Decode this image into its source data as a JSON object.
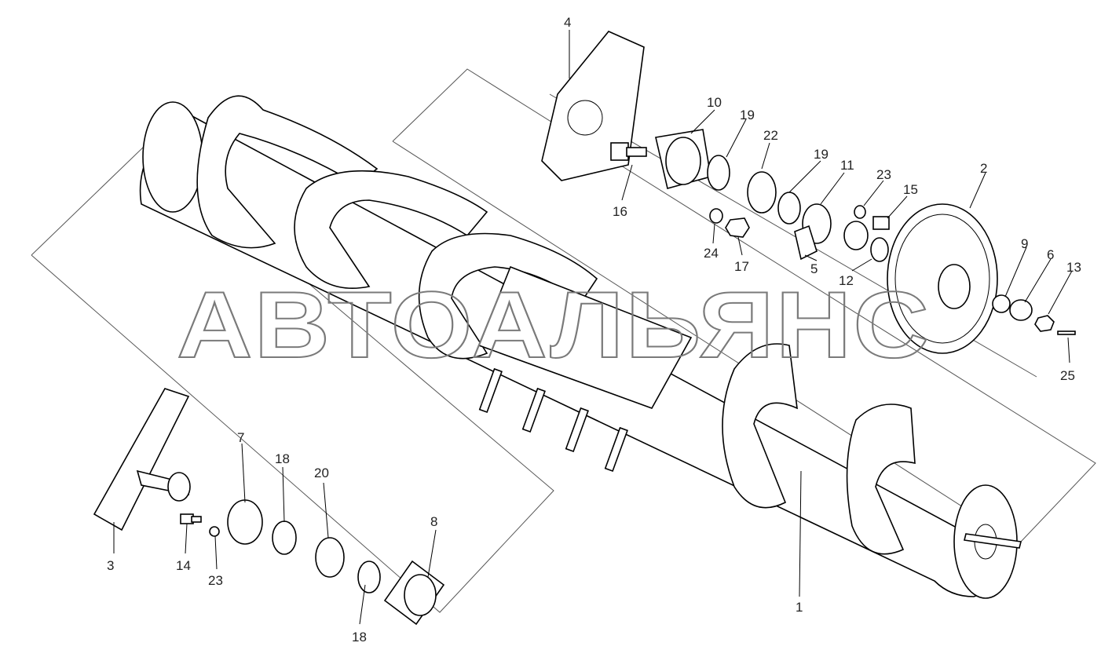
{
  "watermark": "АВТОАЛЬЯНС",
  "callouts": [
    "4",
    "10",
    "19",
    "22",
    "19",
    "11",
    "23",
    "15",
    "2",
    "16",
    "24",
    "17",
    "5",
    "12",
    "9",
    "6",
    "13",
    "25",
    "7",
    "18",
    "20",
    "8",
    "3",
    "14",
    "23",
    "18",
    "1"
  ]
}
